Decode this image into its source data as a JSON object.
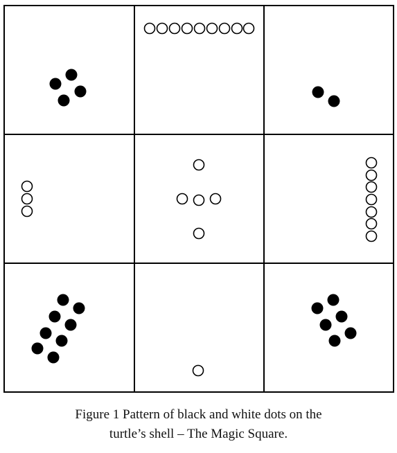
{
  "caption": {
    "line1": "Figure 1 Pattern of black and white dots on the",
    "line2": "turtle’s shell – The Magic Square."
  },
  "colors": {
    "ink": "#000000",
    "paper": "#ffffff"
  },
  "magic_square": {
    "rows": 3,
    "cols": 3,
    "cells": [
      {
        "row": 0,
        "col": 0,
        "count": 4,
        "color": "black"
      },
      {
        "row": 0,
        "col": 1,
        "count": 9,
        "color": "white"
      },
      {
        "row": 0,
        "col": 2,
        "count": 2,
        "color": "black"
      },
      {
        "row": 1,
        "col": 0,
        "count": 3,
        "color": "white"
      },
      {
        "row": 1,
        "col": 1,
        "count": 5,
        "color": "white"
      },
      {
        "row": 1,
        "col": 2,
        "count": 7,
        "color": "white"
      },
      {
        "row": 2,
        "col": 0,
        "count": 8,
        "color": "black"
      },
      {
        "row": 2,
        "col": 1,
        "count": 1,
        "color": "white"
      },
      {
        "row": 2,
        "col": 2,
        "count": 6,
        "color": "black"
      }
    ]
  }
}
